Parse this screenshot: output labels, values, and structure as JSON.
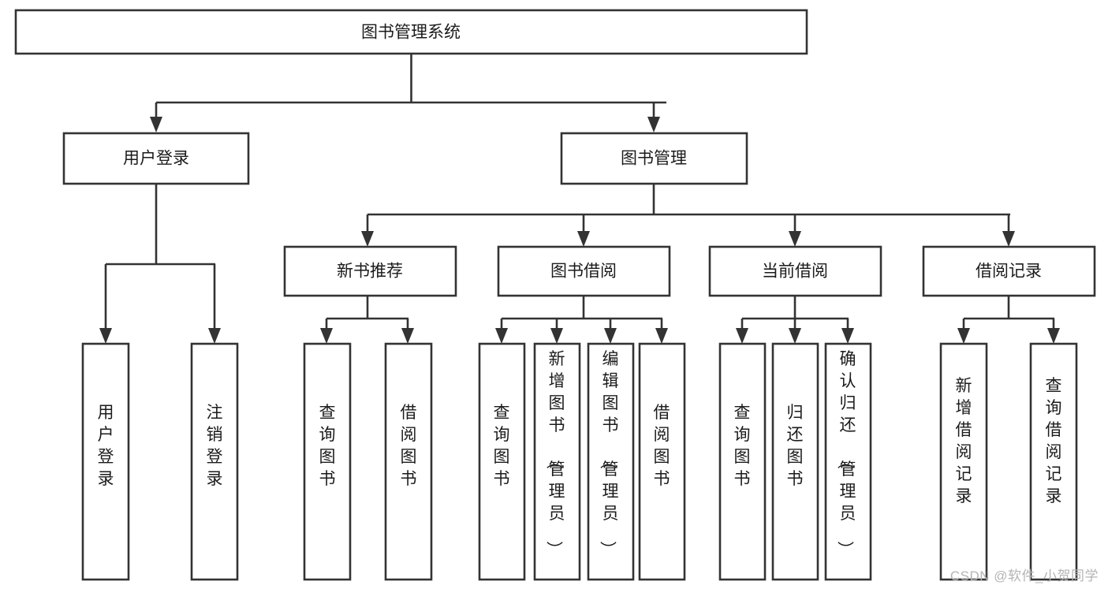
{
  "diagram": {
    "type": "tree-hierarchy-flowchart",
    "title": "图书管理系统",
    "watermark": "CSDN @软件_小贺同学",
    "colors": {
      "stroke": "#333333",
      "fill": "#ffffff",
      "text": "#1b1b1b",
      "watermark": "#b4b4b4"
    },
    "levels": {
      "root": {
        "label": "图书管理系统"
      },
      "level2": [
        {
          "label": "用户登录"
        },
        {
          "label": "图书管理"
        }
      ],
      "level3": [
        {
          "label": "新书推荐"
        },
        {
          "label": "图书借阅"
        },
        {
          "label": "当前借阅"
        },
        {
          "label": "借阅记录"
        }
      ],
      "level4": [
        {
          "label": "用户登录",
          "parent": "用户登录"
        },
        {
          "label": "注销登录",
          "parent": "用户登录"
        },
        {
          "label": "查询图书",
          "parent": "新书推荐"
        },
        {
          "label": "借阅图书",
          "parent": "新书推荐"
        },
        {
          "label": "查询图书",
          "parent": "图书借阅"
        },
        {
          "label": "新增图书（管理员）",
          "parent": "图书借阅"
        },
        {
          "label": "编辑图书（管理员）",
          "parent": "图书借阅"
        },
        {
          "label": "借阅图书",
          "parent": "图书借阅"
        },
        {
          "label": "查询图书",
          "parent": "当前借阅"
        },
        {
          "label": "归还图书",
          "parent": "当前借阅"
        },
        {
          "label": "确认归还（管理员）",
          "parent": "当前借阅"
        },
        {
          "label": "新增借阅记录",
          "parent": "借阅记录"
        },
        {
          "label": "查询借阅记录",
          "parent": "借阅记录"
        }
      ]
    }
  }
}
